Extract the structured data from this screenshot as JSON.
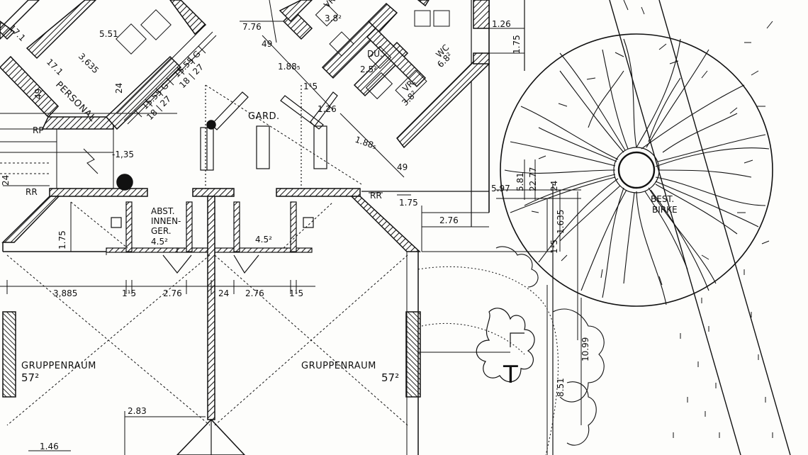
{
  "colors": {
    "ink": "#111111",
    "paper": "#fdfdfb"
  },
  "rooms": {
    "gruppenraum_left": "GRUPPENRAUM",
    "gruppenraum_left_area": "57²",
    "gruppenraum_right": "GRUPPENRAUM",
    "gruppenraum_right_area": "57²",
    "abstellraum_l1": "ABST.",
    "abstellraum_l2": "INNEN-",
    "abstellraum_l3": "GER.",
    "abstellraum_area": "4.5²",
    "center_area": "4.5²",
    "garderobe": "GARD.",
    "personal_l1": "PERSONAL",
    "personal_area": "17.1",
    "personal_top_area": "17.1",
    "wc_top_label": "VR.",
    "wc_top_area": "3.8²",
    "dusche": "DU.",
    "dusche_area": "2.5²",
    "wc": "WC",
    "wc_area": "6.8²",
    "vr_lower": "VR.",
    "vr_lower_area": "3.8²",
    "tree_l1": "BEST.",
    "tree_l2": "BIRKE",
    "level": "-1,35",
    "rr_left": "RR",
    "rr_right": "RR",
    "marker_t": "T"
  },
  "dimensions": {
    "d_3885": "3,885",
    "d_115a": "1¹5",
    "d_276a": "2.76",
    "d_24": "24",
    "d_276b": "2.76",
    "d_115b": "1¹5",
    "d_175_left": "1.75",
    "d_175_right": "1.75",
    "d_276_right": "2.76",
    "d_2283": "2.83",
    "d_146": "1.46",
    "d_1099": "10.99",
    "d_851": "8.51",
    "d_1635": "1.635",
    "d_581": "5.81",
    "d_2277": "22.77",
    "d_24_right": "24",
    "d_597": "5.97",
    "d_115c": "1¹5",
    "d_126_top": "1.26",
    "d_175_top": "1.75",
    "d_551": "5.51",
    "d_3635": "3,635",
    "d_776": "7.76",
    "d_49a": "49",
    "d_49b": "49",
    "d_188a": "1.88₅",
    "d_188b": "1.88₅",
    "d_126": "1.26",
    "d_115d": "1¹5",
    "d_49c": "49",
    "d_24_top": "24",
    "d_24_left": "24",
    "d_stairs_a": "15.55 G",
    "d_stairs_b": "18 | 27",
    "d_stairs_c": "15.55 G",
    "d_stairs_d": "18 | 27",
    "d_rp": "RP"
  }
}
